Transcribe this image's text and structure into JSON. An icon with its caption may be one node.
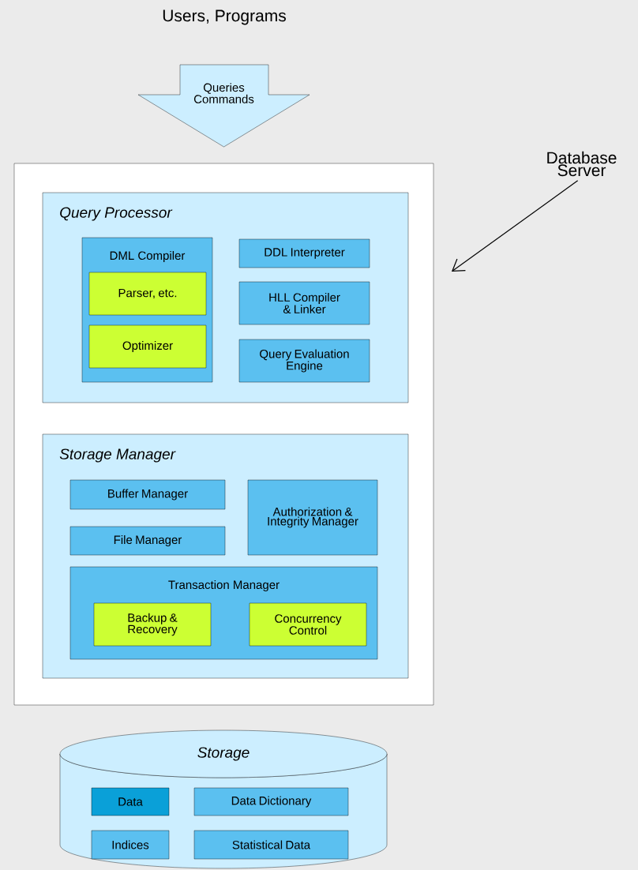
{
  "diagram": {
    "nodes": [
      {
        "text": [
          "Queries Commands"
        ]
      },
      {
        "text": [
          "Database Server"
        ]
      },
      {
        "text": [],
        "shape": "box"
      },
      {
        "text": [
          "Query Processor"
        ],
        "in": 2
      },
      {
        "text": [
          "DML Compiler"
        ],
        "in": 3
      },
      {
        "text": [
          "Parser, etc."
        ],
        "in": 4
      },
      {
        "text": [
          "Optimizer"
        ],
        "in": 4
      },
      {
        "text": [
          "DDL Interpreter"
        ],
        "in": 3
      },
      {
        "text": [
          "HLL Compiler & Linker"
        ],
        "in": 3
      },
      {
        "text": [
          "Query Evaluation Engine"
        ],
        "in": 3
      },
      {
        "text": [
          "Storage Manager"
        ],
        "in": 2
      },
      {
        "text": [
          "Buffer Manager"
        ],
        "in": 10
      },
      {
        "text": [
          "File Manager"
        ],
        "in": 10
      },
      {
        "text": [
          "Authorization & Integrity Manager"
        ],
        "in": 10
      },
      {
        "text": [
          "Transaction Manager"
        ],
        "in": 10
      },
      {
        "text": [
          "Backup & Recovery"
        ],
        "in": 14
      },
      {
        "text": [
          "Concurrency Control"
        ],
        "in": 14
      },
      {
        "text": [
          "Storage"
        ]
      },
      {
        "text": [
          "Data"
        ],
        "in": 17
      },
      {
        "text": [
          "Data Dictionary"
        ],
        "in": 17
      },
      {
        "text": [
          "Indices"
        ],
        "in": 17
      },
      {
        "text": [
          "Statistical Data"
        ],
        "in": 17
      }
    ],
    "edges": [
      {
        "from": 1,
        "to": 2,
        "arrow": "to"
      }
    ],
    "labels": [
      "Users, Programs"
    ]
  }
}
